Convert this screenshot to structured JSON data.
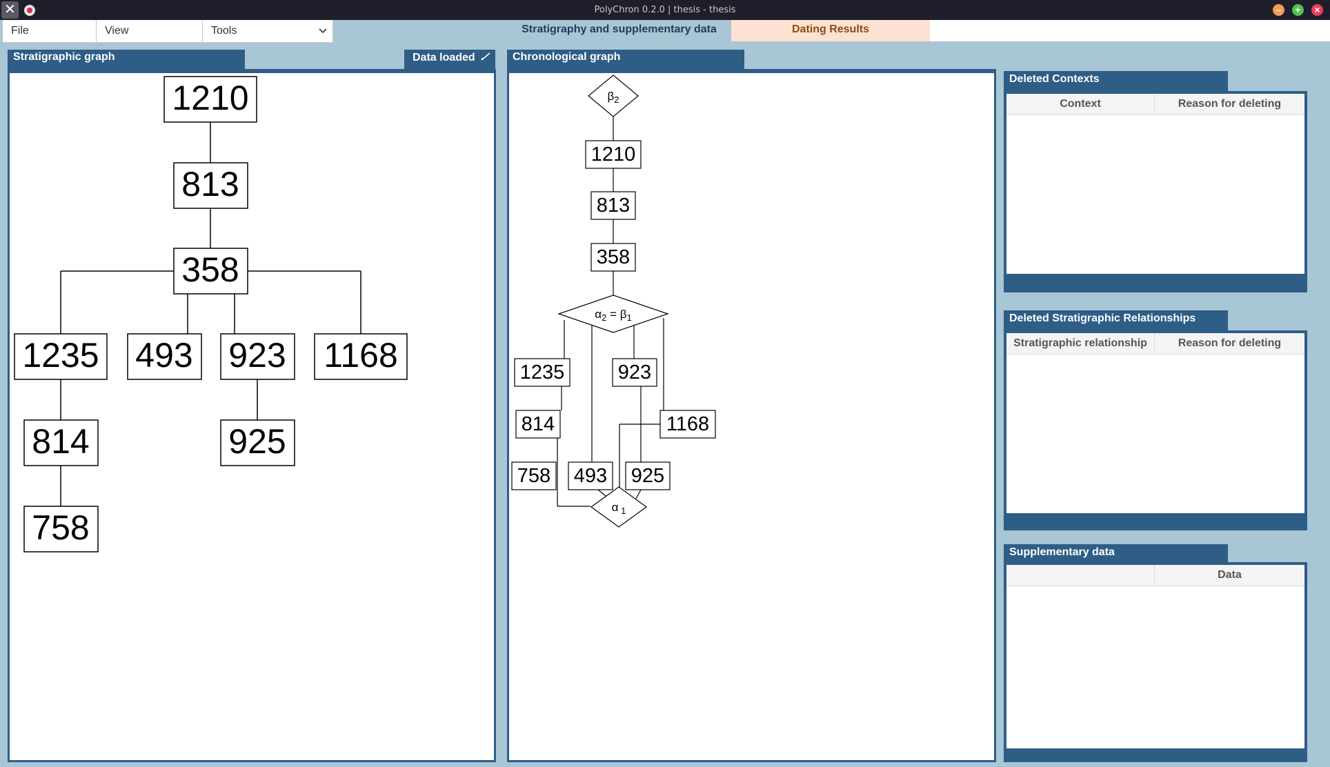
{
  "window": {
    "title": "PolyChron 0.2.0 | thesis - thesis"
  },
  "menubar": {
    "file": "File",
    "view": "View",
    "tools": "Tools"
  },
  "tabs": {
    "stratigraphy": "Stratigraphy and supplementary data",
    "dating": "Dating Results"
  },
  "strat_panel": {
    "title": "Stratigraphic graph",
    "status": "Data loaded",
    "status_icon": "checkmark-icon",
    "nodes": [
      "1210",
      "813",
      "358",
      "1235",
      "493",
      "923",
      "1168",
      "814",
      "925",
      "758"
    ]
  },
  "chrono_panel": {
    "title": "Chronological graph",
    "nodes": [
      "1210",
      "813",
      "358",
      "1235",
      "923",
      "814",
      "1168",
      "758",
      "493",
      "925"
    ],
    "boundaries": [
      {
        "symbol": "β",
        "sub": "2"
      },
      {
        "symbol": "α",
        "sub": "2",
        "eq": " = ",
        "symbol2": "β",
        "sub2": "1"
      },
      {
        "symbol": "α",
        "sub": " 1"
      }
    ]
  },
  "deleted_contexts": {
    "title": "Deleted Contexts",
    "col1": "Context",
    "col2": "Reason for deleting"
  },
  "deleted_relationships": {
    "title": "Deleted Stratigraphic Relationships",
    "col1": "Stratigraphic relationship",
    "col2": "Reason for deleting"
  },
  "supplementary": {
    "title": "Supplementary data",
    "col1": "",
    "col2": "Data"
  },
  "colors": {
    "accent": "#2e5d86",
    "background": "#a9c6d6",
    "dating_tab": "#fde2d2",
    "dating_text": "#8a4b12",
    "titlebar": "#1f1f2b"
  }
}
